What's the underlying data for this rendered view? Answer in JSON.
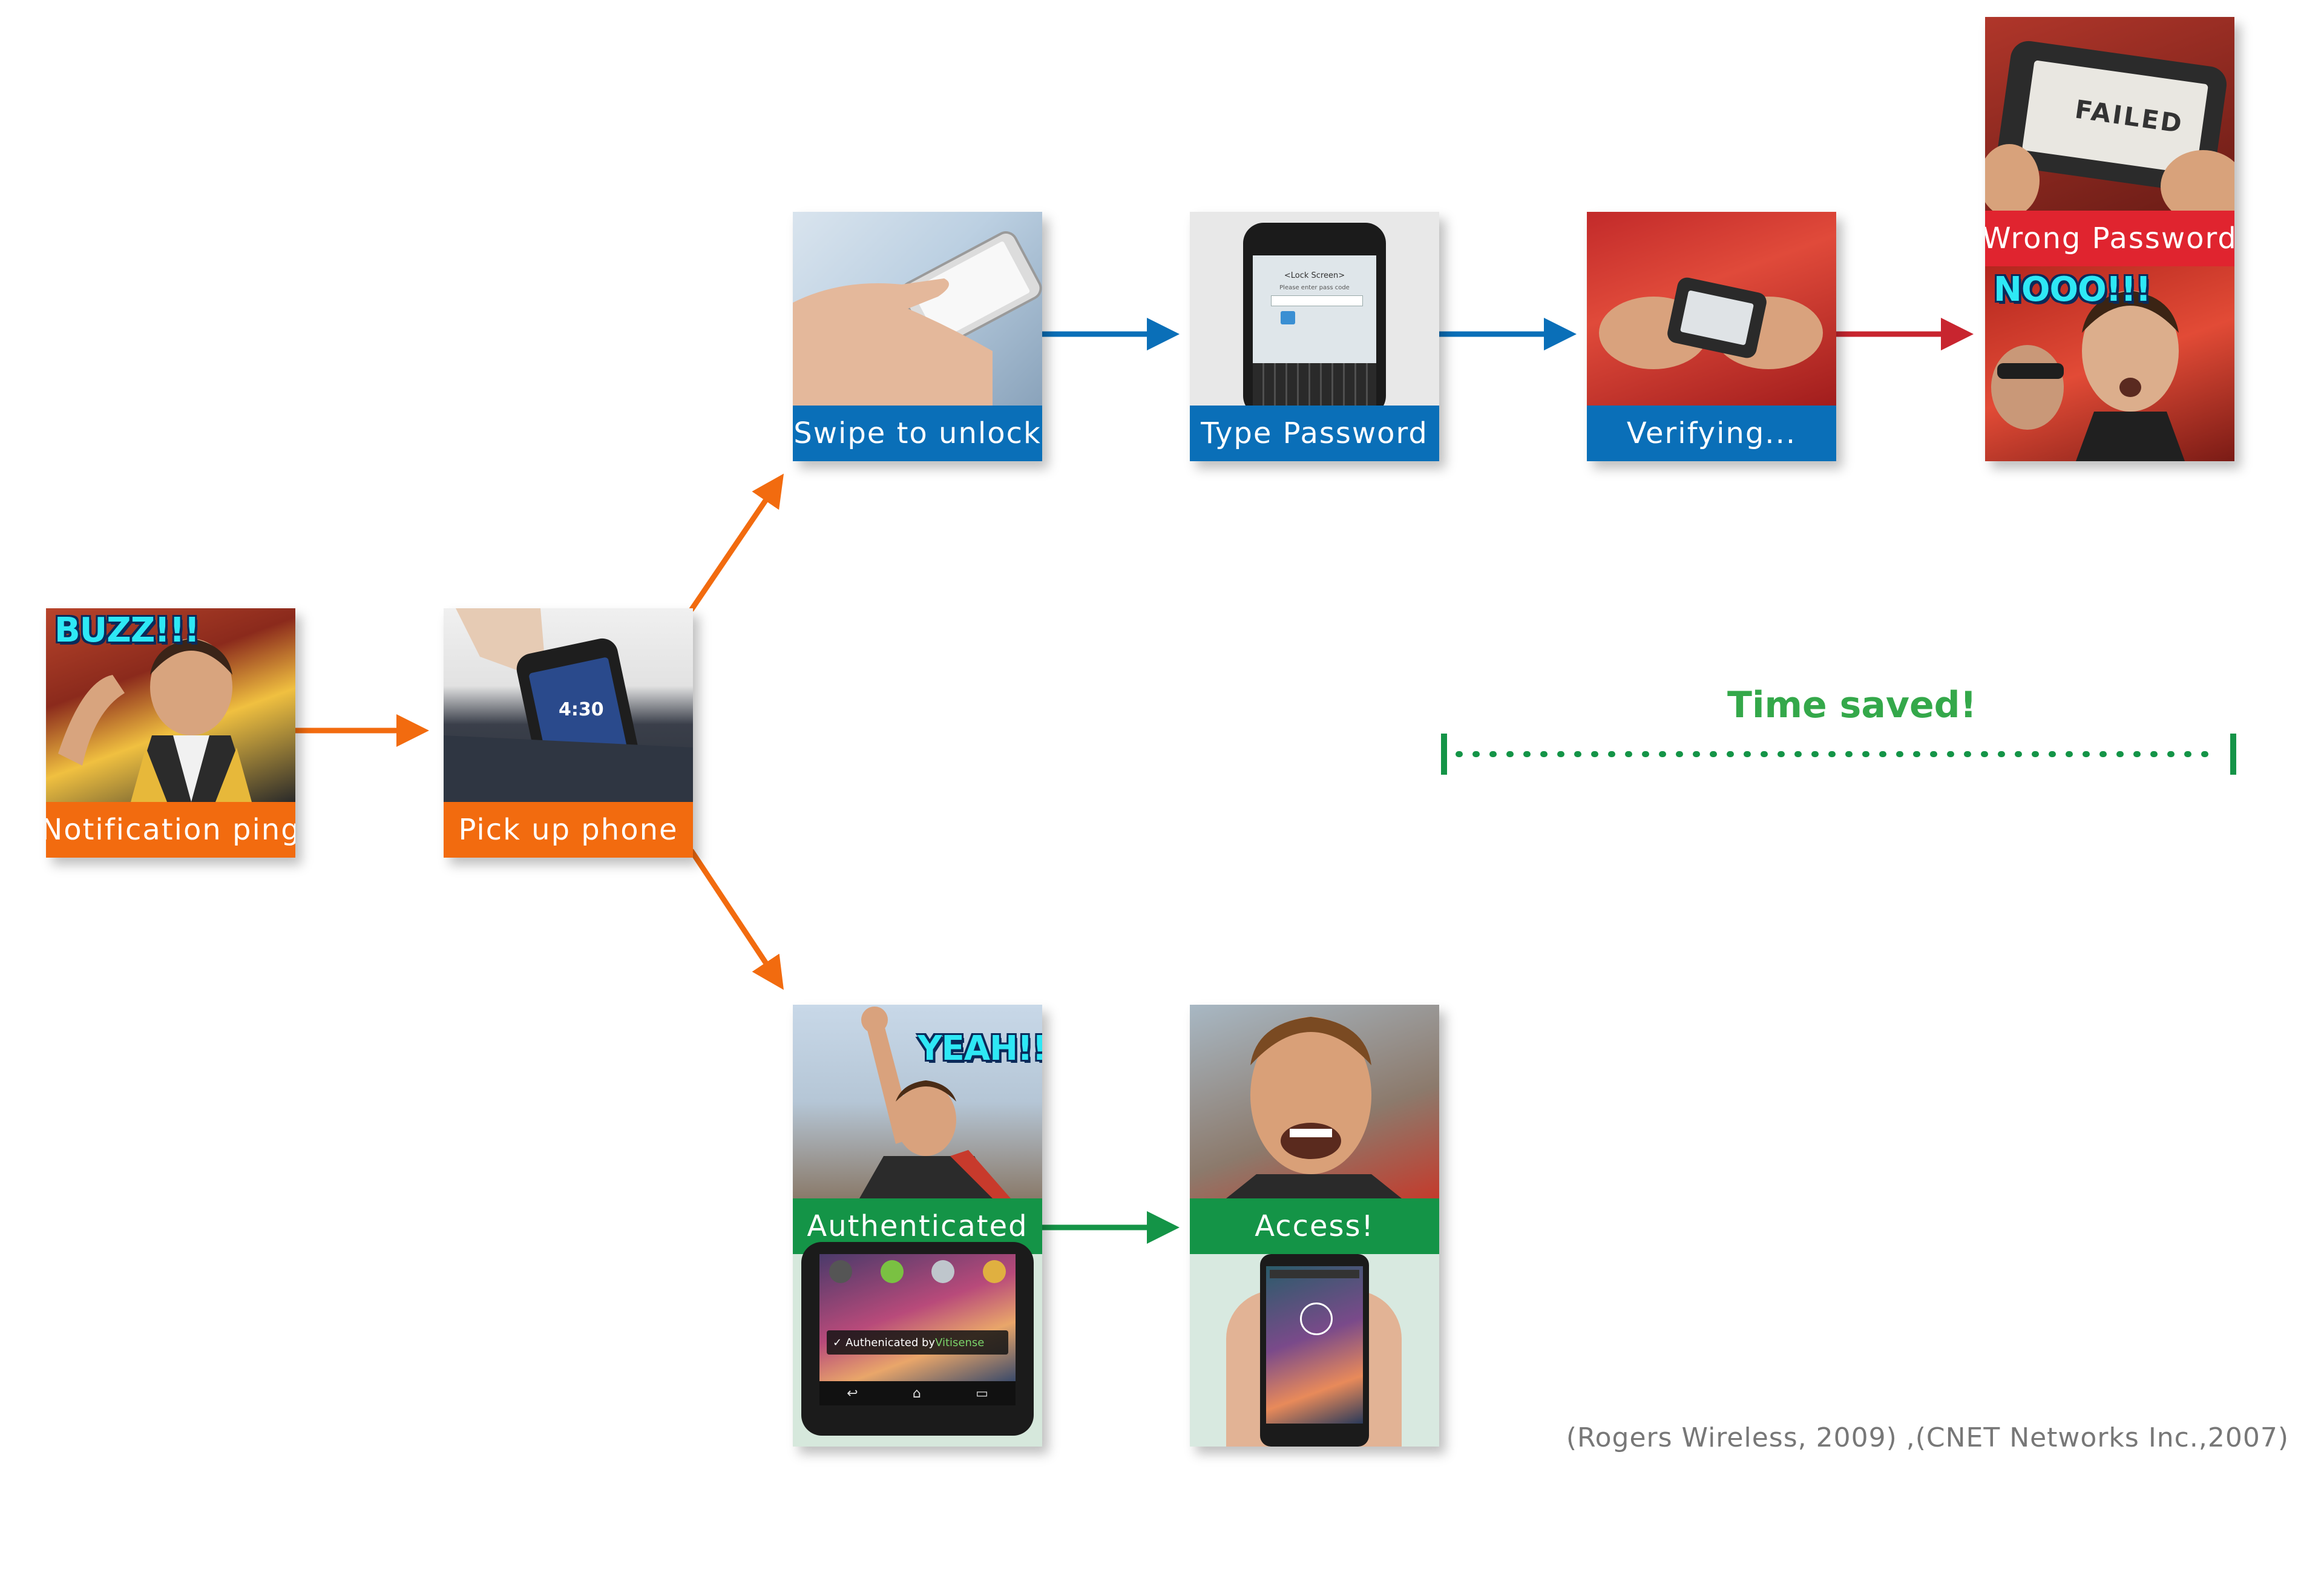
{
  "steps": {
    "notification": {
      "label": "Notification ping",
      "comic": "BUZZ!!!"
    },
    "pickup": {
      "label": "Pick up phone",
      "phone_time": "4:30"
    },
    "swipe": {
      "label": "Swipe to unlock"
    },
    "type_password": {
      "label": "Type Password",
      "screen_title": "<Lock Screen>",
      "screen_hint": "Please enter pass code"
    },
    "verifying": {
      "label": "Verifying..."
    },
    "wrong_password": {
      "label": "Wrong Password",
      "failed_text": "FAILED",
      "comic": "NOOO!!!"
    },
    "authenticated": {
      "label": "Authenticated",
      "comic": "YEAH!!!",
      "toast_prefix": "Authenicated by ",
      "toast_brand": "Vitisense"
    },
    "access": {
      "label": "Access!"
    }
  },
  "annotations": {
    "time_saved": "Time saved!",
    "citation": "(Rogers Wireless, 2009) ,(CNET Networks Inc.,2007)"
  },
  "colors": {
    "orange": "#f26b0f",
    "blue": "#0a6fb8",
    "red": "#e0242f",
    "green": "#149447",
    "time_saved_green": "#34a84a"
  }
}
